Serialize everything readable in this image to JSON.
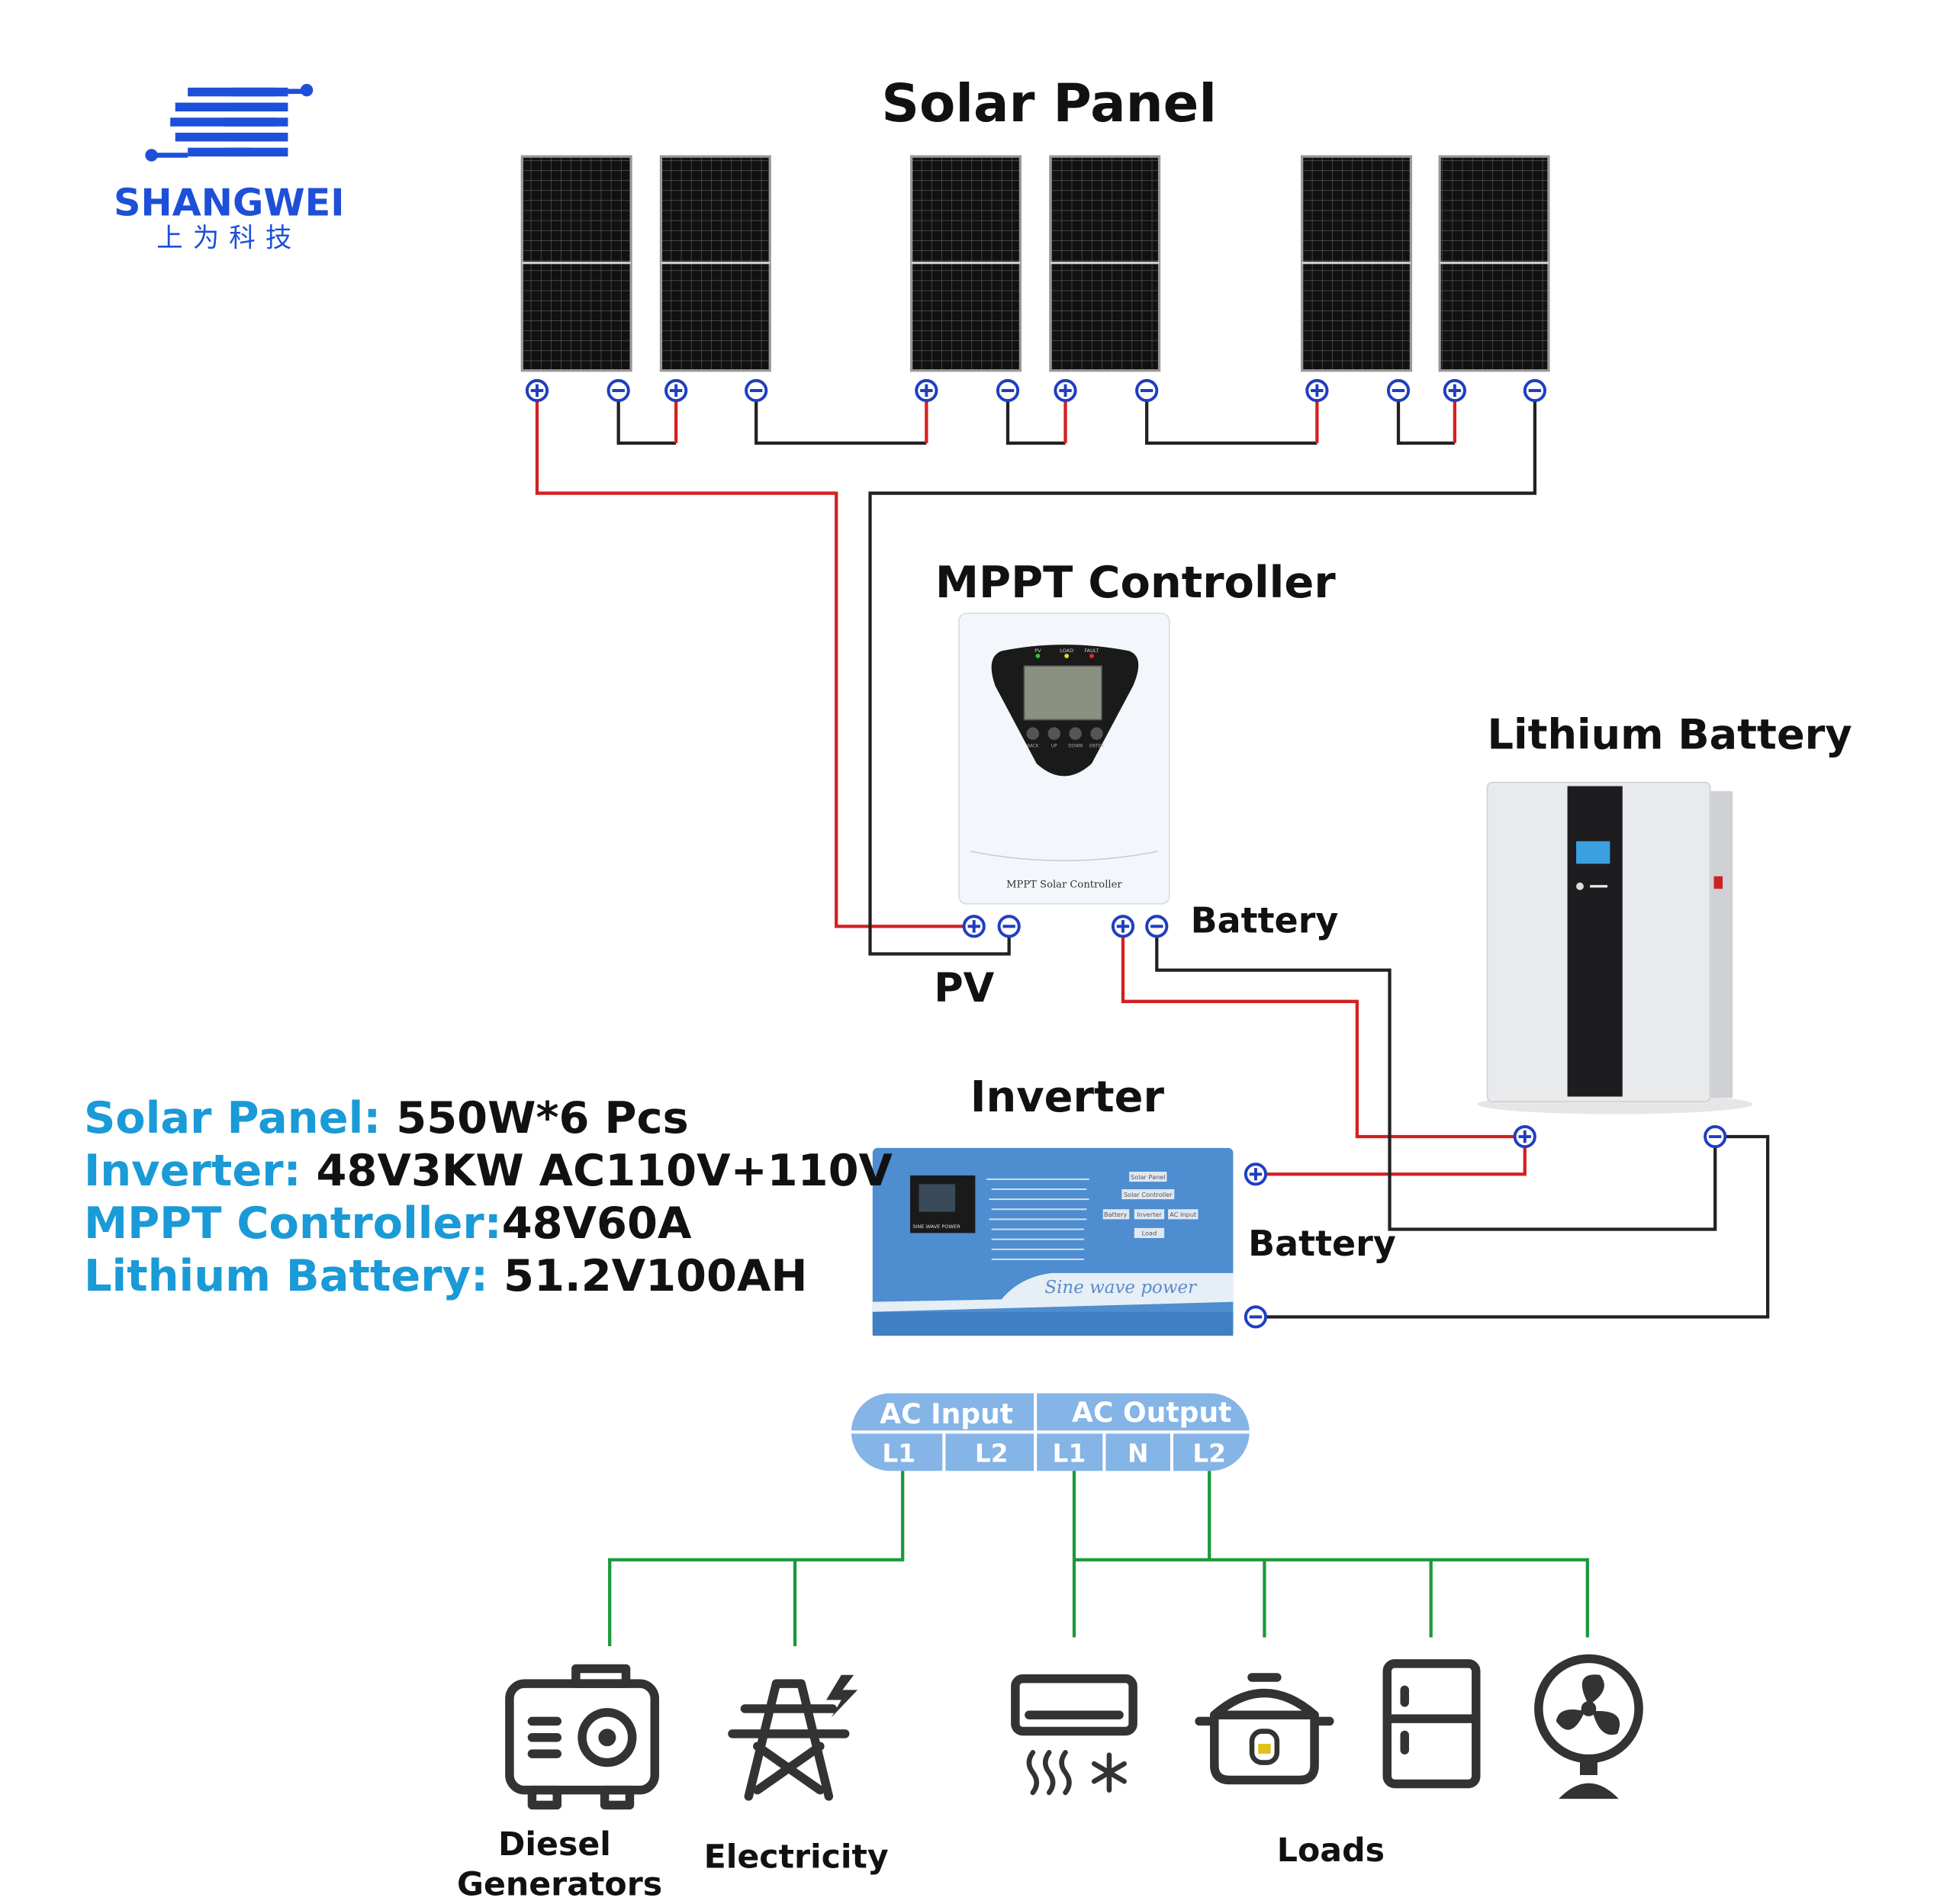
{
  "logo": {
    "brand": "SHANGWEI",
    "chinese": "上为科技",
    "color": "#1e4fd8"
  },
  "titles": {
    "solar_panel": "Solar Panel",
    "mppt": "MPPT Controller",
    "lithium_battery": "Lithium Battery",
    "inverter": "Inverter"
  },
  "terminal_labels": {
    "mppt_battery": "Battery",
    "pv": "PV",
    "inverter_battery": "Battery"
  },
  "specs": [
    {
      "key": "Solar Panel:",
      "value": " 550W*6 Pcs"
    },
    {
      "key": "Inverter:",
      "value": " 48V3KW AC110V+110V"
    },
    {
      "key": "MPPT Controller:",
      "value": "48V60A"
    },
    {
      "key": "Lithium Battery:",
      "value": " 51.2V100AH"
    }
  ],
  "mppt_device": {
    "leds": [
      "PV",
      "LOAD",
      "FAULT"
    ],
    "buttons": [
      "BACK",
      "UP",
      "DOWN",
      "ENTER"
    ],
    "label": "MPPT Solar Controller"
  },
  "inverter_device": {
    "brand": "Sine wave power",
    "screen_label": "SINE WAVE POWER",
    "flow": [
      "Solar Panel",
      "Solar Controller",
      "Battery",
      "Inverter",
      "AC Input",
      "Load"
    ]
  },
  "ac_block": {
    "input_label": "AC Input",
    "output_label": "AC Output",
    "input_terminals": [
      "L1",
      "L2"
    ],
    "output_terminals": [
      "L1",
      "N",
      "L2"
    ],
    "color": "#85b4e6"
  },
  "loads": {
    "diesel_line1": "Diesel",
    "diesel_line2": "Generators",
    "electricity": "Electricity",
    "loads": "Loads"
  },
  "colors": {
    "spec_key": "#1a9ad6",
    "positive_wire": "#d42020",
    "negative_wire": "#222222",
    "ac_wire": "#1a9a3a",
    "terminal": "#1f3fbf"
  }
}
